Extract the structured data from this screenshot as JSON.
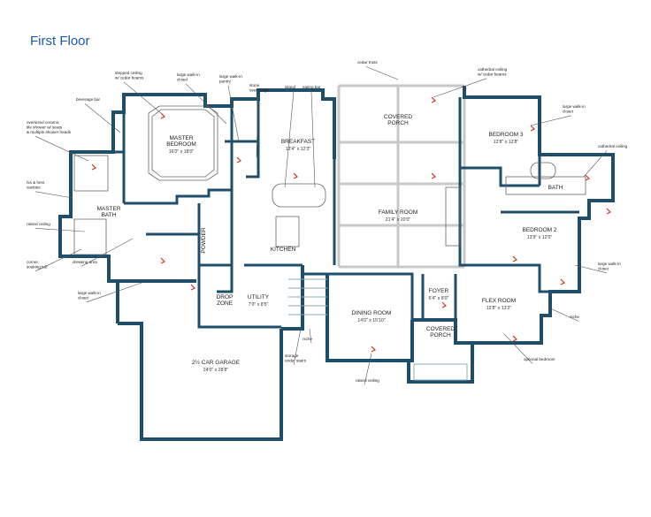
{
  "plan": {
    "title": "First Floor",
    "rooms": [
      {
        "id": "master-bedroom",
        "name": "MASTER\nBEDROOM",
        "dim": "16'0\" x 18'0\""
      },
      {
        "id": "master-bath",
        "name": "MASTER\nBATH",
        "dim": ""
      },
      {
        "id": "breakfast",
        "name": "BREAKFAST",
        "dim": "13'4\" x 12'3\""
      },
      {
        "id": "kitchen",
        "name": "KITCHEN",
        "dim": ""
      },
      {
        "id": "covered-porch-rear",
        "name": "COVERED\nPORCH",
        "dim": ""
      },
      {
        "id": "family-room",
        "name": "FAMILY ROOM",
        "dim": "21'4\" x 20'0\""
      },
      {
        "id": "bedroom-3",
        "name": "BEDROOM 3",
        "dim": "12'8\" x 12'8\""
      },
      {
        "id": "bath",
        "name": "BATH",
        "dim": ""
      },
      {
        "id": "bedroom-2",
        "name": "BEDROOM 2",
        "dim": "13'9\" x 12'0\""
      },
      {
        "id": "powder",
        "name": "POWDER",
        "dim": ""
      },
      {
        "id": "drop-zone",
        "name": "DROP\nZONE",
        "dim": ""
      },
      {
        "id": "utility",
        "name": "UTILITY",
        "dim": "7'0\" x 8'5\""
      },
      {
        "id": "dining-room",
        "name": "DINING ROOM",
        "dim": "14'0\" x 15'10\""
      },
      {
        "id": "foyer",
        "name": "FOYER",
        "dim": "6'4\" x 8'0\""
      },
      {
        "id": "flex-room",
        "name": "FLEX ROOM",
        "dim": "12'8\" x 13'2\""
      },
      {
        "id": "covered-porch-front",
        "name": "COVERED\nPORCH",
        "dim": ""
      },
      {
        "id": "garage",
        "name": "2½ CAR GARAGE",
        "dim": "24'0\" x 28'8\""
      }
    ],
    "callouts": [
      {
        "id": "stepped-ceiling",
        "text": "stepped ceiling\nw/ cedar beams"
      },
      {
        "id": "large-walkin-closet-master",
        "text": "large walk-in\ncloset"
      },
      {
        "id": "large-walkin-pantry",
        "text": "large walk-in\npantry"
      },
      {
        "id": "stone-over-range",
        "text": "stone\nover range"
      },
      {
        "id": "island",
        "text": "island"
      },
      {
        "id": "eating-bar",
        "text": "eating bar"
      },
      {
        "id": "cedar-truss",
        "text": "cedar truss"
      },
      {
        "id": "cathedral-ceiling-beams",
        "text": "cathedral ceiling\nw/ cedar beams"
      },
      {
        "id": "beverage-bar",
        "text": "beverage bar"
      },
      {
        "id": "oversized-shower",
        "text": "oversized ceramic\ntile shower w/ seats\n& multiple shower heads"
      },
      {
        "id": "his-hers-vanities",
        "text": "his & hers\nvanities"
      },
      {
        "id": "raised-ceiling-bath",
        "text": "raised ceiling"
      },
      {
        "id": "corner-soaking-tub",
        "text": "corner\nsoaking tub"
      },
      {
        "id": "dressing-area",
        "text": "dressing area"
      },
      {
        "id": "large-walkin-closet-bath",
        "text": "large walk-in\ncloset"
      },
      {
        "id": "large-walkin-closet-bed3",
        "text": "large walk-in\ncloset"
      },
      {
        "id": "cathedral-ceiling",
        "text": "cathedral ceiling"
      },
      {
        "id": "large-walkin-closet-bed2",
        "text": "large walk-in\ncloset"
      },
      {
        "id": "niche-right",
        "text": "niche"
      },
      {
        "id": "optional-bedroom",
        "text": "optional bedroom"
      },
      {
        "id": "niche-center",
        "text": "niche"
      },
      {
        "id": "storage-under-stairs",
        "text": "storage\nunder stairs"
      },
      {
        "id": "raised-ceiling-dining",
        "text": "raised ceiling"
      }
    ]
  }
}
